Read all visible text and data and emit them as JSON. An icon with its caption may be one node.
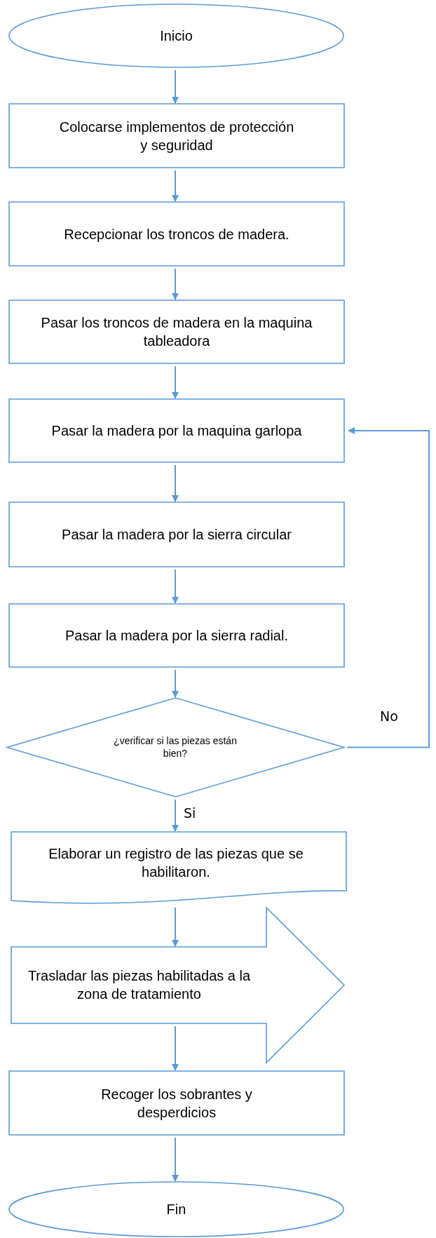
{
  "diagram": {
    "nodes": [
      {
        "text": [
          "Inicio"
        ]
      },
      {
        "text": [
          "Colocarse implementos de protección y seguridad"
        ]
      },
      {
        "text": [
          "Recepcionar los troncos de madera."
        ]
      },
      {
        "text": [
          "Pasar los troncos de madera en la maquina tableadora"
        ]
      },
      {
        "text": [
          "Pasar la madera por la maquina garlopa"
        ]
      },
      {
        "text": [
          "Pasar la madera por la sierra circular"
        ]
      },
      {
        "text": [
          "Pasar la madera por la sierra radial."
        ]
      },
      {
        "text": [
          "¿verificar si las piezas están bien?"
        ]
      },
      {
        "text": [
          "Elaborar un registro de las piezas que se habilitaron."
        ]
      },
      {
        "text": [
          "Trasladar las piezas habilitadas a la zona de tratamiento"
        ]
      },
      {
        "text": [
          "Recoger los sobrantes y desperdicios"
        ]
      },
      {
        "text": [
          "Fin"
        ]
      }
    ],
    "edges": [
      {
        "from": 0,
        "to": 1,
        "arrow": "to"
      },
      {
        "from": 1,
        "to": 2,
        "arrow": "to"
      },
      {
        "from": 2,
        "to": 3,
        "arrow": "to"
      },
      {
        "from": 3,
        "to": 4,
        "arrow": "to"
      },
      {
        "from": 4,
        "to": 5,
        "arrow": "to"
      },
      {
        "from": 5,
        "to": 6,
        "arrow": "to"
      },
      {
        "from": 6,
        "to": 7,
        "arrow": "to"
      },
      {
        "from": 7,
        "to": 8,
        "arrow": "to",
        "label": "Si"
      },
      {
        "from": 7,
        "to": 4,
        "arrow": "to",
        "label": "No"
      },
      {
        "from": 8,
        "to": 9,
        "arrow": "to"
      },
      {
        "from": 9,
        "to": 10,
        "arrow": "to"
      },
      {
        "from": 10,
        "to": 11,
        "arrow": "to"
      }
    ]
  }
}
